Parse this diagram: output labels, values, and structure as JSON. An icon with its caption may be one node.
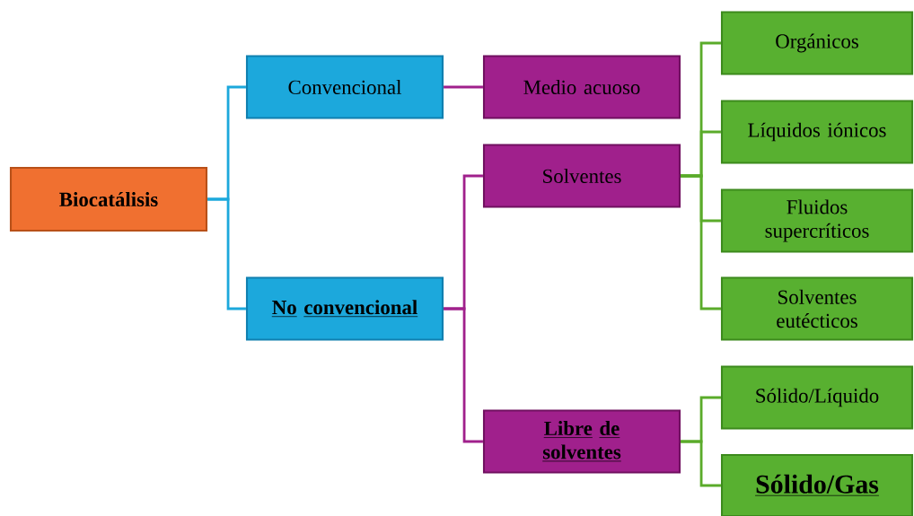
{
  "diagram": {
    "nodes": [
      {
        "text": [
          "Biocatálisis"
        ]
      },
      {
        "text": [
          "Convencional"
        ]
      },
      {
        "text": [
          "No convencional"
        ]
      },
      {
        "text": [
          "Medio acuoso"
        ]
      },
      {
        "text": [
          "Solventes"
        ]
      },
      {
        "text": [
          "Libre de solventes"
        ]
      },
      {
        "text": [
          "Orgánicos"
        ]
      },
      {
        "text": [
          "Líquidos iónicos"
        ]
      },
      {
        "text": [
          "Fluidos supercríticos"
        ]
      },
      {
        "text": [
          "Solventes eutécticos"
        ]
      },
      {
        "text": [
          "Sólido/Líquido"
        ]
      },
      {
        "text": [
          "Sólido/Gas"
        ]
      }
    ],
    "edges": [
      {
        "from": 0,
        "to": 1,
        "arrow": "none",
        "color": "#1ca8dc"
      },
      {
        "from": 0,
        "to": 2,
        "arrow": "none",
        "color": "#1ca8dc"
      },
      {
        "from": 1,
        "to": 3,
        "arrow": "none",
        "color": "#a0208c"
      },
      {
        "from": 2,
        "to": 4,
        "arrow": "none",
        "color": "#a0208c"
      },
      {
        "from": 2,
        "to": 5,
        "arrow": "none",
        "color": "#a0208c"
      },
      {
        "from": 4,
        "to": 6,
        "arrow": "none"
      },
      {
        "from": 4,
        "to": 7,
        "arrow": "none"
      },
      {
        "from": 4,
        "to": 8,
        "arrow": "none"
      },
      {
        "from": 4,
        "to": 9,
        "arrow": "none"
      },
      {
        "from": 5,
        "to": 10,
        "arrow": "none"
      },
      {
        "from": 5,
        "to": 11,
        "arrow": "none"
      }
    ]
  }
}
